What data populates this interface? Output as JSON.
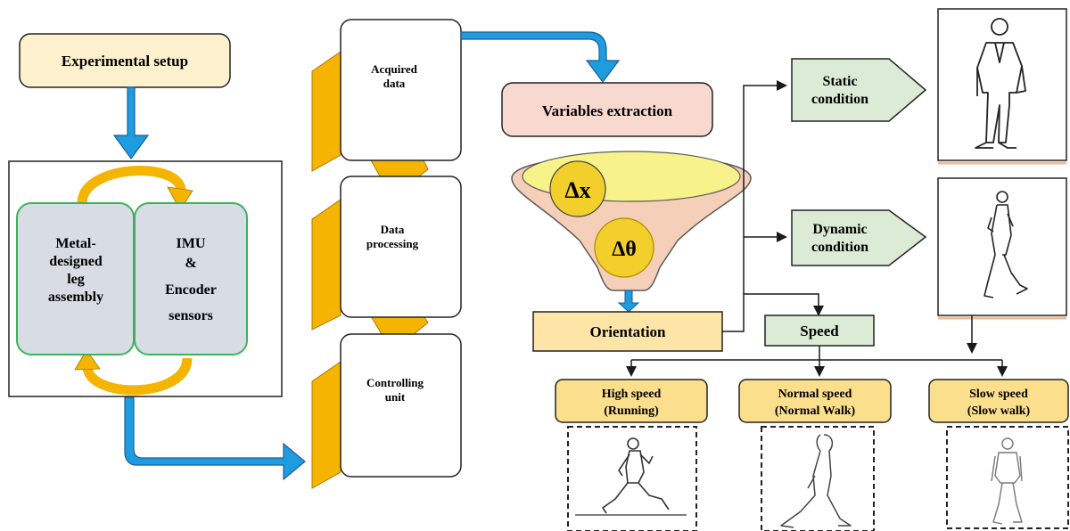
{
  "setup": {
    "title": "Experimental setup"
  },
  "assembly": {
    "left_label": "Metal-\ndesigned\nleg\nassembly",
    "right_label": "IMU\n&\nEncoder\nsensors"
  },
  "pipeline": [
    {
      "label": "Acquired\ndata"
    },
    {
      "label": "Data\nprocessing"
    },
    {
      "label": "Controlling\nunit"
    }
  ],
  "variables": {
    "title": "Variables extraction",
    "delta_x": "Δx",
    "delta_theta": "Δθ"
  },
  "orientation": {
    "label": "Orientation"
  },
  "conditions": {
    "static": "Static\ncondition",
    "dynamic": "Dynamic\ncondition"
  },
  "speed": {
    "label": "Speed",
    "high": "High speed\n(Running)",
    "normal": "Normal speed\n(Normal Walk)",
    "slow": "Slow speed\n(Slow walk)"
  },
  "colors": {
    "setup_fill": "#fdf0cc",
    "assembly_fill": "#d7dce5",
    "assembly_border": "#3cb35a",
    "pipeline_accent": "#f5b400",
    "arrow_blue": "#1d9ce0",
    "orange_arrow": "#f5b400",
    "variables_fill": "#f7d9cf",
    "funnel_fill": "#f5cfb8",
    "ellipse_fill": "#f7f38a",
    "circle_fill": "#f2cf2a",
    "orientation_fill": "#fde5a8",
    "green_fill": "#dcebd6",
    "speed_label_fill": "#fbdf8c"
  },
  "icons": [
    "standing-man-icon",
    "walking-man-icon",
    "running-man-icon",
    "normal-walk-icon",
    "slow-walk-icon"
  ]
}
